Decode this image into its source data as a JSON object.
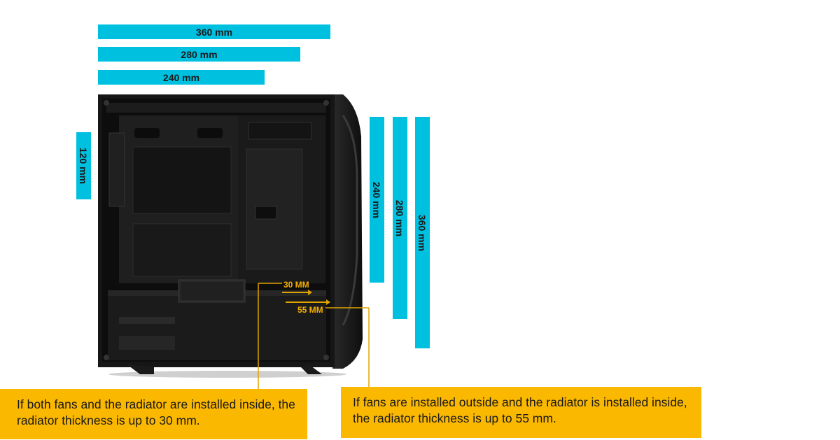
{
  "top_bars": [
    "360 mm",
    "280 mm",
    "240 mm"
  ],
  "left_bar": "120 mm",
  "front_bars": [
    "240 mm",
    "280 mm",
    "360 mm"
  ],
  "inner_labels": {
    "thickness_30": "30 MM",
    "thickness_55": "55 MM"
  },
  "callouts": {
    "inside": "If both fans and the radiator are installed inside, the radiator thickness is up to 30 mm.",
    "outside": "If fans are installed outside and the radiator is installed inside, the radiator thickness is up to 55 mm."
  },
  "colors": {
    "bar": "#00c0e0",
    "callout": "#fbb800",
    "line": "#e0a400"
  }
}
